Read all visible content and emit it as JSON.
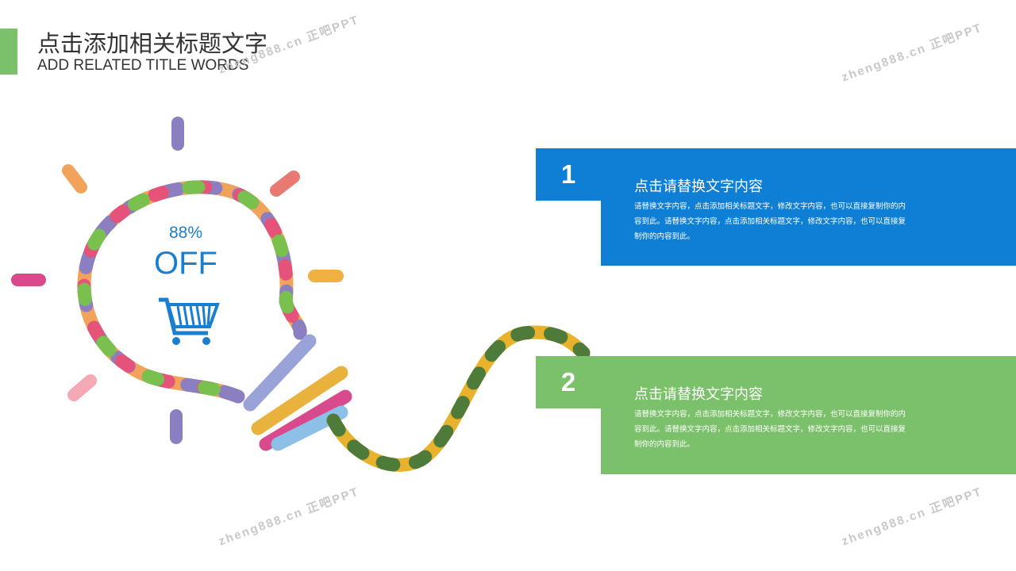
{
  "header": {
    "title": "点击添加相关标题文字",
    "subtitle": "ADD RELATED TITLE WORDS"
  },
  "bulb": {
    "percent": "88%",
    "label": "OFF",
    "icon": "shopping-cart-icon"
  },
  "cards": [
    {
      "number": "1",
      "title": "点击请替换文字内容",
      "body": "请替换文字内容，点击添加相关标题文字，修改文字内容，也可以直接复制你的内容到此。请替换文字内容，点击添加相关标题文字，修改文字内容，也可以直接复制你的内容到此。",
      "color": "#0f7fd6"
    },
    {
      "number": "2",
      "title": "点击请替换文字内容",
      "body": "请替换文字内容，点击添加相关标题文字，修改文字内容，也可以直接复制你的内容到此。请替换文字内容，点击添加相关标题文字，修改文字内容，也可以直接复制你的内容到此。",
      "color": "#7bc06a"
    }
  ],
  "watermark": "zheng888.cn 正吧PPT"
}
